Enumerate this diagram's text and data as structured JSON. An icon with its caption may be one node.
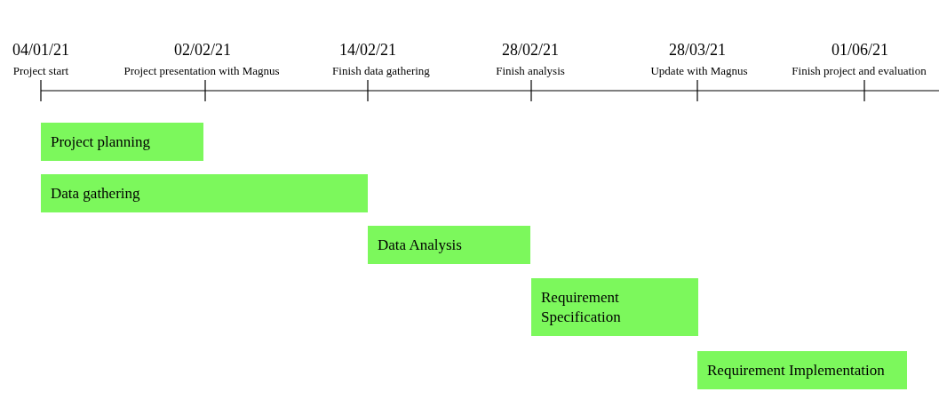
{
  "diagram": {
    "nodes": [
      {
        "text": [
          "Project planning"
        ]
      },
      {
        "text": [
          "Data gathering"
        ]
      },
      {
        "text": [
          "Data Analysis"
        ]
      },
      {
        "text": [
          "Requirement Specification"
        ]
      },
      {
        "text": [
          "Requirement Implementation"
        ]
      }
    ],
    "labels": [
      "04/01/21",
      "Project start",
      "02/02/21",
      "Project presentation with Magnus",
      "14/02/21",
      "Finish data gathering",
      "28/02/21",
      "Finish analysis",
      "28/03/21",
      "Update with Magnus",
      "01/06/21",
      "Finish project and evaluation"
    ]
  }
}
